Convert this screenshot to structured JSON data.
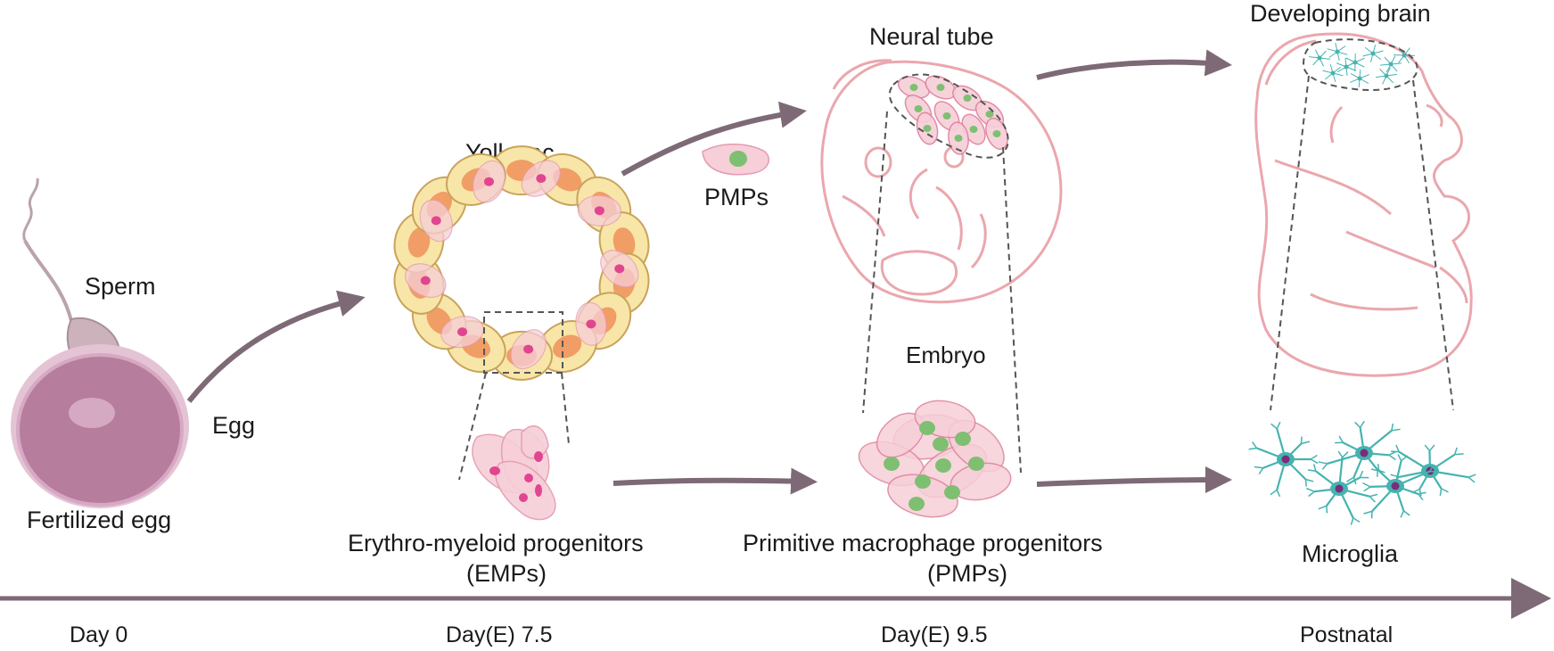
{
  "labels": {
    "sperm": "Sperm",
    "egg": "Egg",
    "fertilized_egg": "Fertilized egg",
    "yolk_sac": "Yolk sac",
    "pmps_small": "PMPs",
    "neural_tube": "Neural tube",
    "embryo": "Embryo",
    "developing_brain": "Developing brain",
    "emp_line1": "Erythro-myeloid progenitors",
    "emp_line2": "(EMPs)",
    "pmp_line1": "Primitive macrophage progenitors",
    "pmp_line2": "(PMPs)",
    "microglia": "Microglia"
  },
  "timeline": {
    "day0": "Day 0",
    "day75": "Day(E) 7.5",
    "day95": "Day(E)  9.5",
    "postnatal": "Postnatal"
  },
  "colors": {
    "arrow": "#7d6a76",
    "egg": "#b77d9c",
    "egg_outline": "#d7a8c4",
    "yolk_cell": "#f8e6a8",
    "yolk_outline": "#c9a35a",
    "orange_nucleus": "#f08f5a",
    "pink_cell": "#f6cfd8",
    "magenta_nucleus": "#e2458f",
    "green_nucleus": "#7fbf72",
    "embryo_outline": "#eaa7ad",
    "microglia": "#45b3b0",
    "microglia_nucleus": "#7a2d7a",
    "dash": "#555555"
  }
}
